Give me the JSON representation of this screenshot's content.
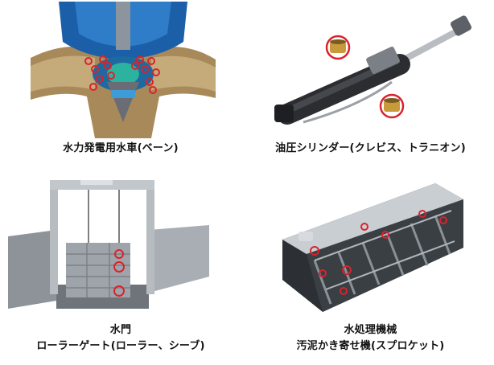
{
  "items": [
    {
      "caption_lines": [
        "水力発電用水車(ベーン)"
      ]
    },
    {
      "caption_lines": [
        "油圧シリンダー(クレビス、トラニオン)"
      ]
    },
    {
      "caption_lines": [
        "水門",
        "ローラーゲート(ローラー、シーブ)"
      ]
    },
    {
      "caption_lines": [
        "水処理機械",
        "汚泥かき寄せ機(スプロケット)"
      ]
    }
  ],
  "colors": {
    "highlight_ring": "#d9232d",
    "turbine_blue": "#1a5fa8",
    "turbine_bronze": "#a88a5a",
    "cylinder_dark": "#2b2d30",
    "bushing_gold": "#c99a3c",
    "gate_gray": "#9ea4aa",
    "basin_dark": "#2c3034"
  }
}
